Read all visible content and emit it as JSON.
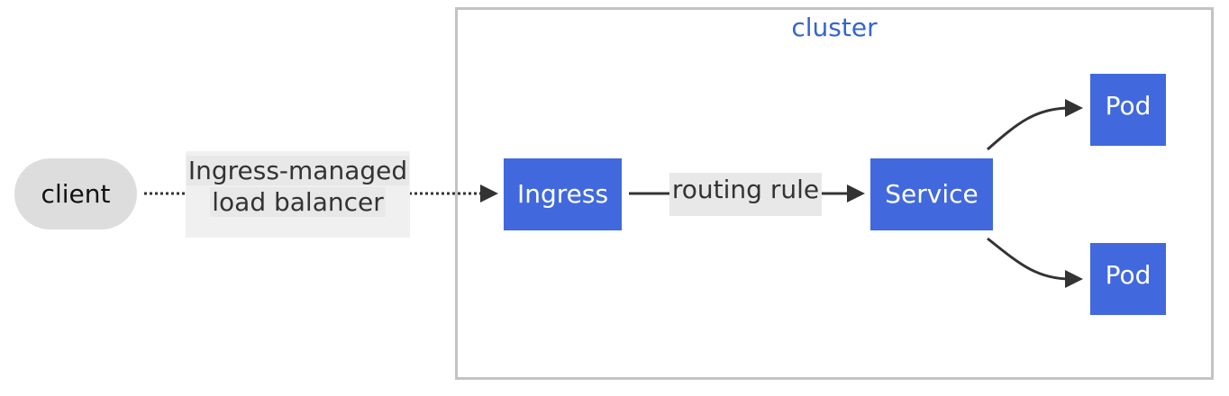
{
  "cluster": {
    "title": "cluster"
  },
  "nodes": {
    "client": "client",
    "ingress": "Ingress",
    "service": "Service",
    "pod_top": "Pod",
    "pod_bottom": "Pod"
  },
  "edges": {
    "client_to_ingress": {
      "line1": "Ingress-managed",
      "line2": "load balancer",
      "style": "dotted"
    },
    "ingress_to_service": {
      "label": "routing rule",
      "style": "solid"
    },
    "service_to_pods": {
      "style": "solid"
    }
  },
  "colors": {
    "node_fill": "#4169dd",
    "node_text": "#ffffff",
    "client_fill": "#dddddd",
    "cluster_border": "#c3c3c3",
    "cluster_title": "#3366cc",
    "edge": "#333333"
  }
}
